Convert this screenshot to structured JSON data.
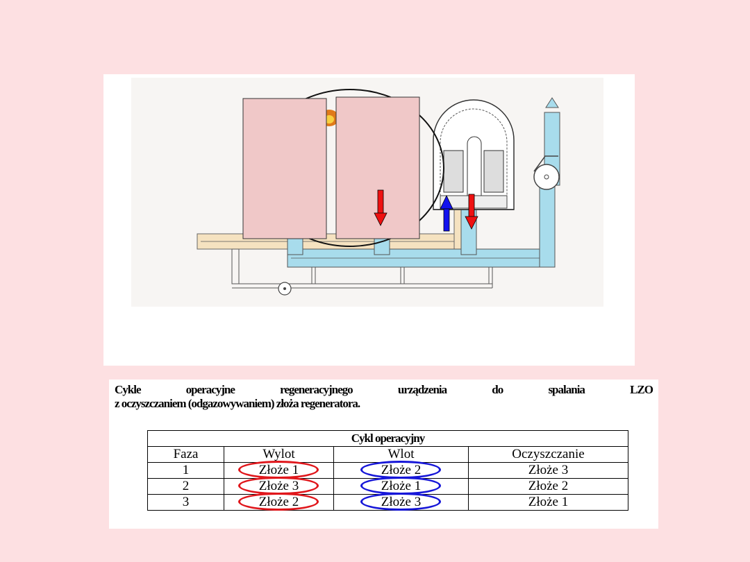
{
  "caption": {
    "line1": "Cykle operacyjne regeneracyjnego urządzenia do spalania LZO",
    "line2": "z oczyszczaniem (odgazowywaniem) złoża regeneratora."
  },
  "table": {
    "title": "Cykl operacyjny",
    "headers": [
      "Faza",
      "Wylot",
      "Wlot",
      "Oczyszczanie"
    ],
    "rows": [
      [
        "1",
        "Złoże 1",
        "Złoże 2",
        "Złoże 3"
      ],
      [
        "2",
        "Złoże 3",
        "Złoże 1",
        "Złoże 2"
      ],
      [
        "3",
        "Złoże 2",
        "Złoże 3",
        "Złoże 1"
      ]
    ],
    "outlet_circle_color": "#e0161b",
    "inlet_circle_color": "#1616d8"
  },
  "diagram": {
    "pipe_clean_color": "#a8dcec",
    "pipe_dirty_color": "#f5e2c0",
    "box_fill_color": "#f0c8c8",
    "arrow_down_color": "#ee1111",
    "arrow_up_color": "#1111ee"
  }
}
